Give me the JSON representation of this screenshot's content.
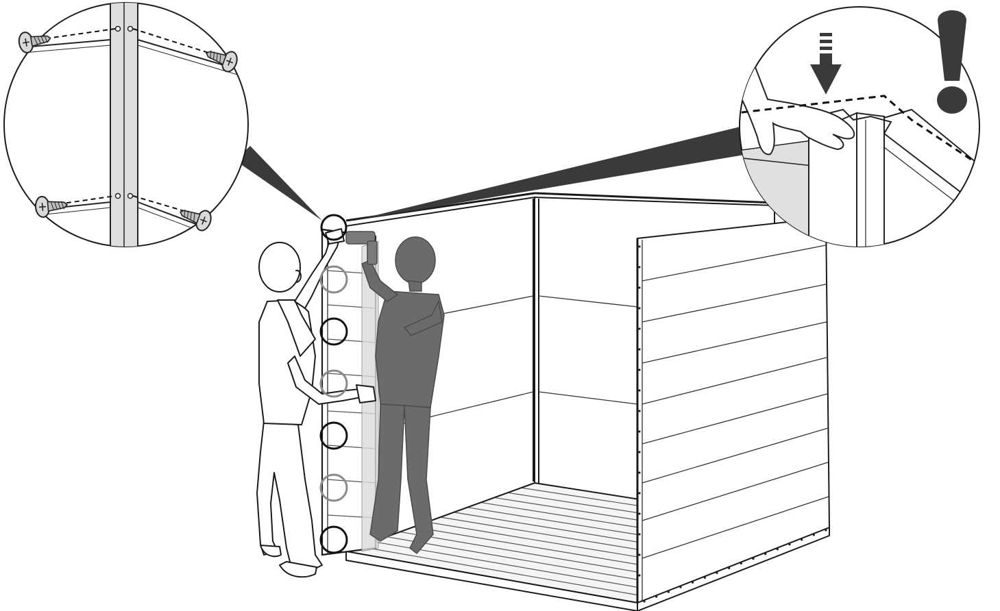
{
  "illustration": {
    "kind": "assembly-instruction",
    "caption": "",
    "colors": {
      "line": "#1a1a1a",
      "shadow_figure": "#6b6b6b",
      "callout_pointer": "#3a3a3a",
      "marker_ring_active": "#111111",
      "marker_ring_inactive": "#8a8a8a",
      "panel_fill": "#ffffff",
      "frame_fill": "#e3e3e3"
    },
    "callouts": [
      {
        "id": "screw-detail",
        "icons": [
          "screw-icon",
          "screw-icon",
          "screw-icon",
          "screw-icon"
        ]
      },
      {
        "id": "press-down-detail",
        "icons": [
          "down-arrow-icon",
          "hand-icon",
          "exclamation-icon"
        ]
      }
    ],
    "screw_markers_count": 7,
    "people": [
      "installer-front",
      "installer-behind-panel"
    ]
  }
}
